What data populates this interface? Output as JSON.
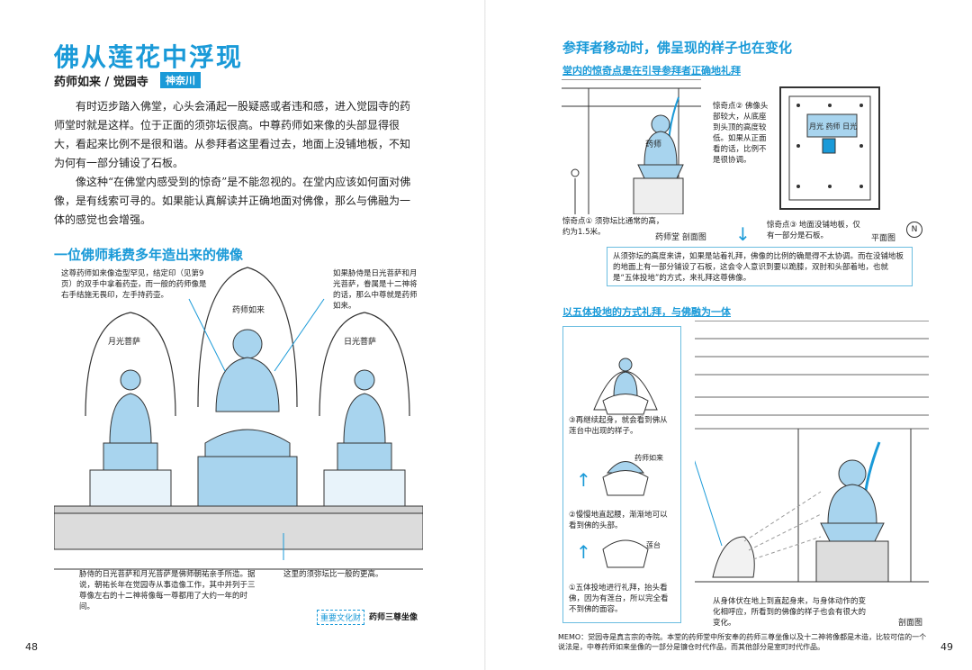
{
  "left_page": {
    "title": "佛从莲花中浮现",
    "subtitle": "药师如来 / 觉园寺",
    "region_tag": "神奈川",
    "paragraphs": [
      "有时迈步踏入佛堂，心头会涌起一股疑惑或者违和感，进入觉园寺的药师堂时就是这样。位于正面的须弥坛很高。中尊药师如来像的头部显得很大，看起来比例不是很和谐。从参拜者这里看过去，地面上没铺地板，不知为何有一部分铺设了石板。",
      "像这种“在佛堂内感受到的惊奇”是不能忽视的。在堂内应该如何面对佛像，是有线索可寻的。如果能认真解读并正确地面对佛像，那么与佛融为一体的感觉也会增强。"
    ],
    "section_title": "一位佛师耗费多年造出来的佛像",
    "figure": {
      "label_center": "药师如来",
      "label_left": "月光菩萨",
      "label_right": "日光菩萨",
      "note_top_left": "这尊药师如来像造型罕见，结定印（见第9页）的双手中拿着药壶，而一般的药师像是右手结施无畏印，左手持药壶。",
      "note_top_right": "如果胁侍是日光菩萨和月光菩萨，眷属是十二神将的话，那么中尊就是药师如来。",
      "note_bottom_left": "胁侍的日光菩萨和月光菩萨是佛师朝祐亲手所造。据说，朝祐长年在觉园寺从事造像工作，其中并列于三尊像左右的十二神将像每一尊都用了大约一年的时间。",
      "note_bottom_right": "这里的须弥坛比一般的更高。",
      "badge": "重要文化财",
      "caption": "药师三尊坐像"
    },
    "page_number": "48"
  },
  "right_page": {
    "section_title": "参拜者移动时，佛呈现的样子也在变化",
    "sub1": "堂内的惊奇点是在引导参拜者正确地礼拜",
    "note_point2": "惊奇点② 佛像头部较大，从底座到头顶的高度较低。如果从正面看的话，比例不是很协调。",
    "label_yakushi": "药师",
    "note_point1": "惊奇点① 须弥坛比通常的高，约为1.5米。",
    "caption_section": "药师堂 剖面图",
    "plan_label": "月光 药师 日光",
    "note_point3": "惊奇点③ 地面没铺地板，仅有一部分是石板。",
    "caption_plan": "平面图",
    "north": "N",
    "explain_box": "从须弥坛的高度来讲，如果是站着礼拜，佛像的比例的确是得不太协调。而在没铺地板的地面上有一部分铺设了石板，这会令人意识到要以跪膝，双肘和头部着地，也就是“五体投地”的方式，来礼拜这尊佛像。",
    "sub2": "以五体投地的方式礼拜，与佛融为一体",
    "step3": "③再继续起身，就会看到佛从莲台中出现的样子。",
    "label_yakushi_nyorai": "药师如来",
    "step2": "②慢慢地直起腰，渐渐地可以看到佛的头部。",
    "label_lotus": "莲台",
    "step1": "①五体投地进行礼拜，抬头看佛，因为有莲台，所以完全看不到佛的面容。",
    "note_bottom": "从身体伏在地上到直起身来，与身体动作的变化相呼应，所看到的佛像的样子也会有很大的变化。",
    "caption_bottom": "剖面图",
    "memo": "MEMO：觉园寺是真言宗的寺院。本堂的药师堂中所安奉的药师三尊坐像以及十二神将像都是木造，比较可信的一个说法是，中尊药师如来坐像的一部分是镰仓时代作品，而其他部分是室町时代作品。",
    "page_number": "49"
  },
  "colors": {
    "accent": "#1a9ad8",
    "buddha_fill": "#a8d4ee",
    "box_border": "#6bbde0"
  }
}
